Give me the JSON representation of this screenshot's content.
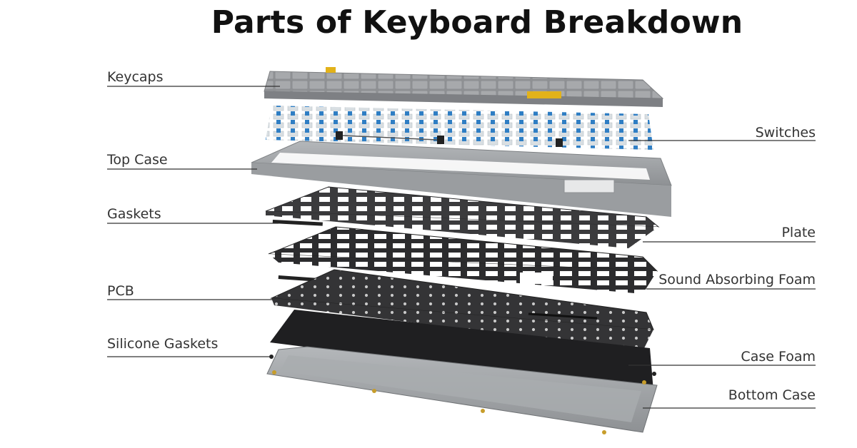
{
  "title": "Parts of Keyboard Breakdown",
  "labels": {
    "keycaps": "Keycaps",
    "switches": "Switches",
    "top_case": "Top Case",
    "gaskets": "Gaskets",
    "plate": "Plate",
    "sound_foam": "Sound Absorbing Foam",
    "pcb": "PCB",
    "silicone_gaskets": "Silicone Gaskets",
    "case_foam": "Case Foam",
    "bottom_case": "Bottom Case"
  },
  "colors": {
    "keycap_grey": "#9a9c9e",
    "keycap_accent": "#e2b21a",
    "switch_blue": "#2f7ec4",
    "case_grey": "#9fa3a6",
    "plate_dark": "#3a3a3c",
    "pcb_dark": "#333335",
    "foam_black": "#1f1f21",
    "leader_line": "#333333"
  }
}
